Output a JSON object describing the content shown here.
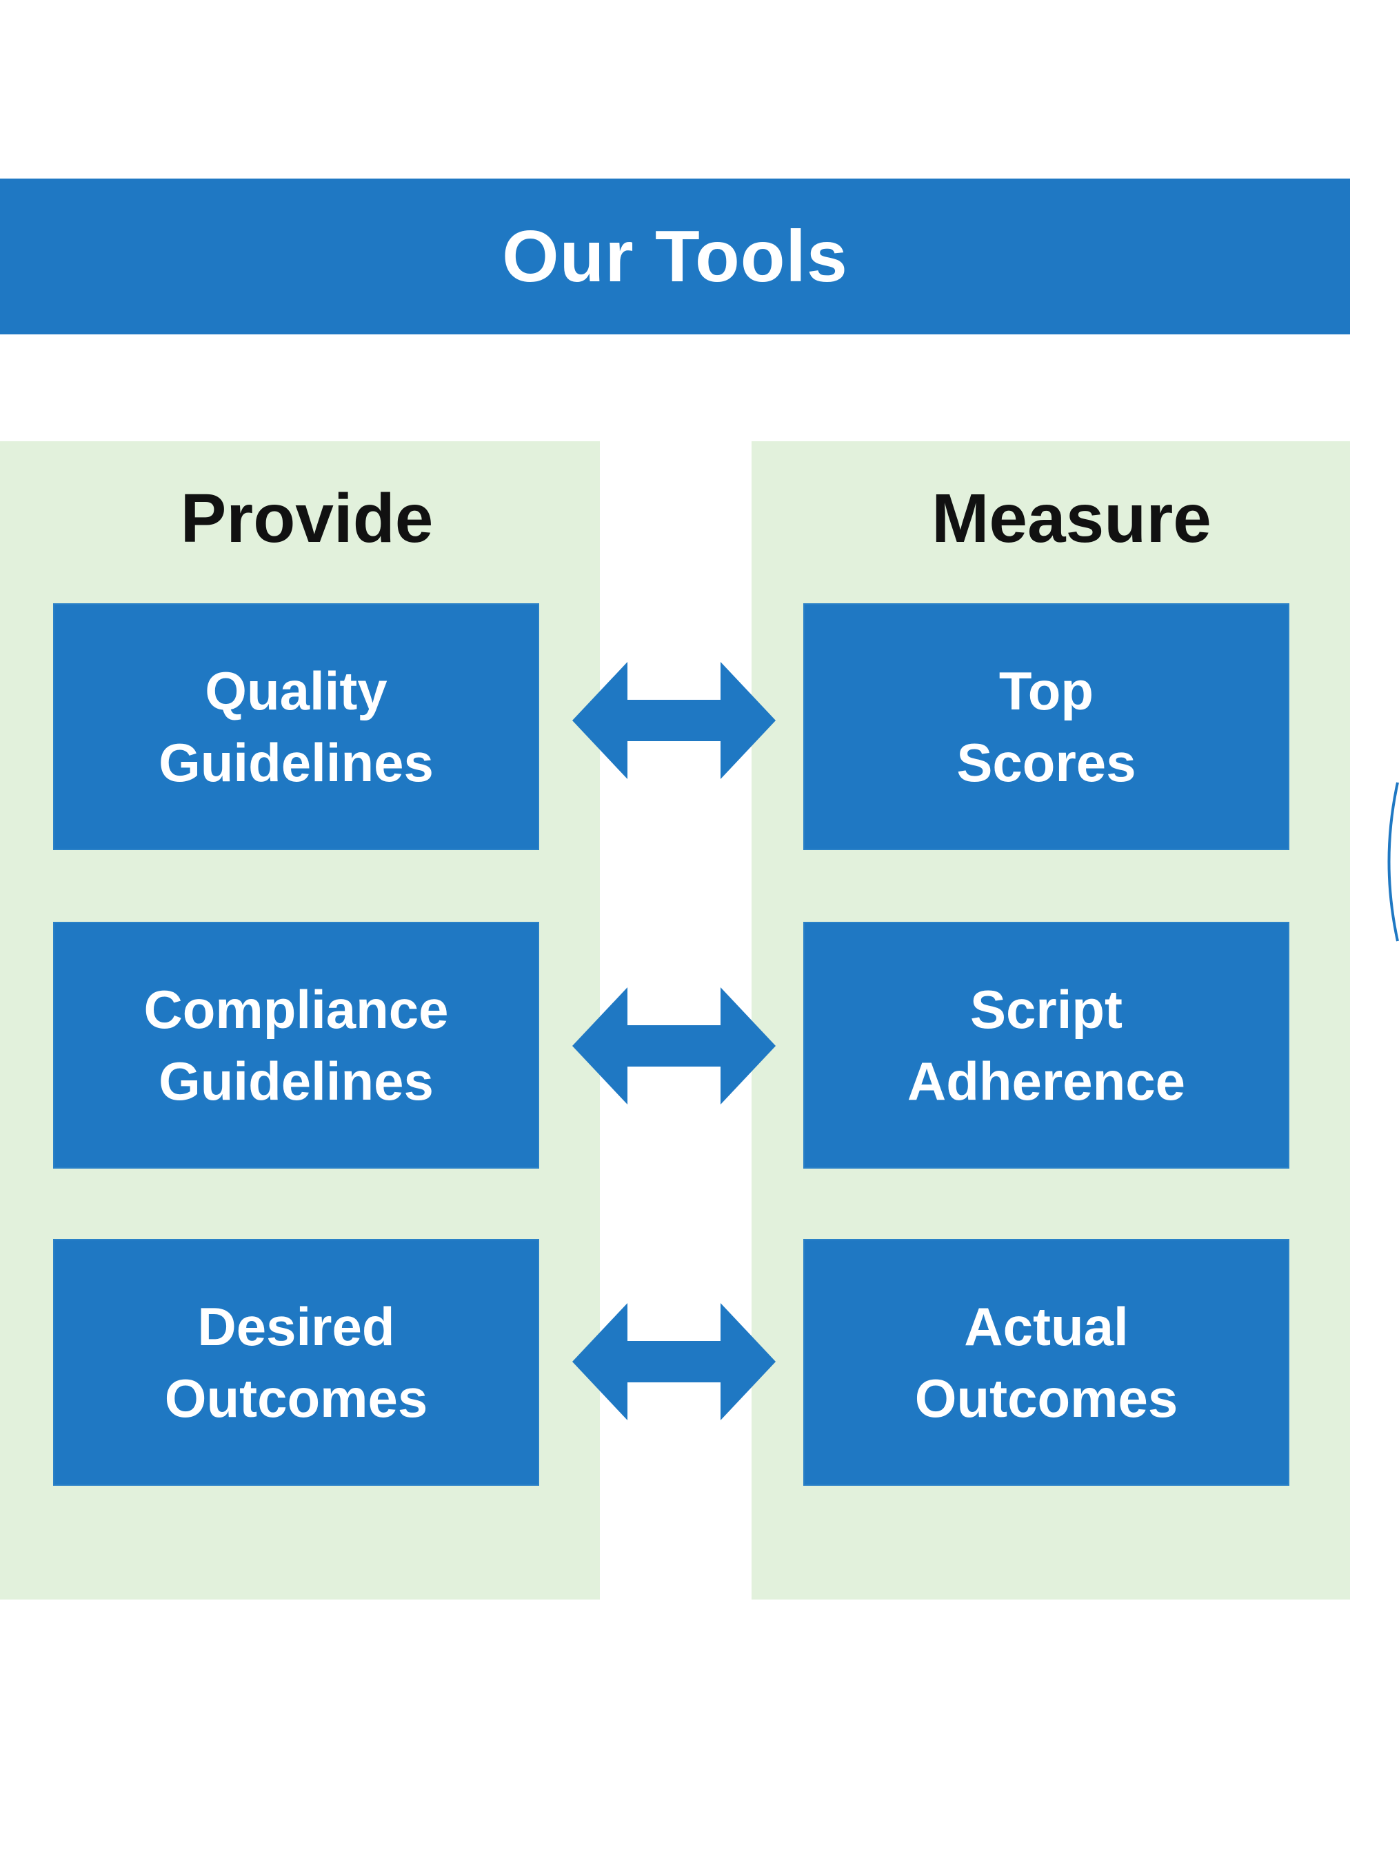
{
  "header": {
    "title": "Our Tools"
  },
  "provide": {
    "heading": "Provide",
    "items": [
      {
        "line1": "Quality",
        "line2": "Guidelines"
      },
      {
        "line1": "Compliance",
        "line2": "Guidelines"
      },
      {
        "line1": "Desired",
        "line2": "Outcomes"
      }
    ]
  },
  "measure": {
    "heading": "Measure",
    "items": [
      {
        "line1": "Top",
        "line2": "Scores"
      },
      {
        "line1": "Script",
        "line2": "Adherence"
      },
      {
        "line1": "Actual",
        "line2": "Outcomes"
      }
    ]
  },
  "colors": {
    "primary_blue": "#1f78c3",
    "panel_green": "#e2f1dc",
    "heading_text": "#111111"
  },
  "icons": {
    "connector": "double-headed-arrow-icon"
  }
}
